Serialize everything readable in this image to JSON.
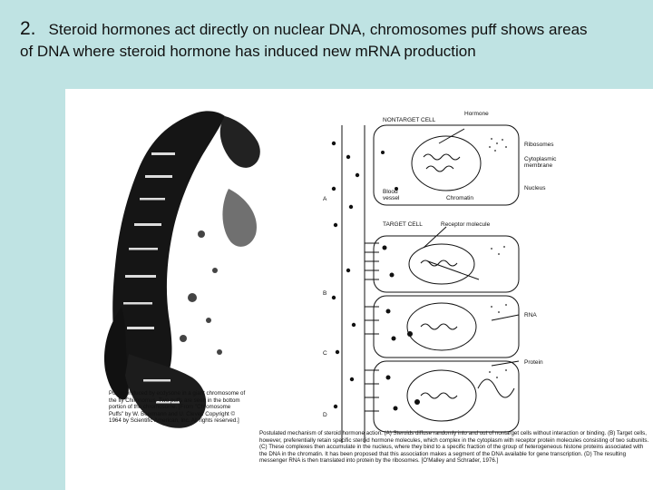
{
  "slide": {
    "number": "2.",
    "heading_line1": "Steroid hormones act directly on nuclear DNA, chromosomes puff shows areas",
    "heading_line2": "of DNA where steroid hormone has induced new mRNA production"
  },
  "left_figure": {
    "caption": "Puffing induced by ecdysone in a giant chromosome of the fly Chironomus. Two puffs are seen in the bottom portion of the chromosome. [From \"Chromosome Puffs\" by W. Beermann and U. Clever. Copyright © 1964 by Scientific American, Inc. All rights reserved.]"
  },
  "right_figure": {
    "labels": {
      "nontarget_cell": "NONTARGET CELL",
      "hormone": "Hormone",
      "ribosomes": "Ribosomes",
      "cytoplasmic_membrane": "Cytoplasmic membrane",
      "nucleus": "Nucleus",
      "blood_vessel": "Blood vessel",
      "chromatin": "Chromatin",
      "target_cell": "TARGET CELL",
      "receptor_molecule": "Receptor molecule",
      "rna": "RNA",
      "protein": "Protein"
    },
    "panel_letters": [
      "A",
      "B",
      "C",
      "D"
    ],
    "caption": "Postulated mechanism of steroid hormone action. (A) Steroids diffuse randomly into and out of nontarget cells without interaction or binding. (B) Target cells, however, preferentially retain specific steroid hormone molecules, which complex in the cytoplasm with receptor protein molecules consisting of two subunits. (C) These complexes then accumulate in the nucleus, where they bind to a specific fraction of the group of heterogeneous histone proteins associated with the DNA in the chromatin. It has been proposed that this association makes a segment of the DNA available for gene transcription. (D) The resulting messenger RNA is then translated into protein by the ribosomes. [O'Malley and Schrader, 1976.]"
  }
}
